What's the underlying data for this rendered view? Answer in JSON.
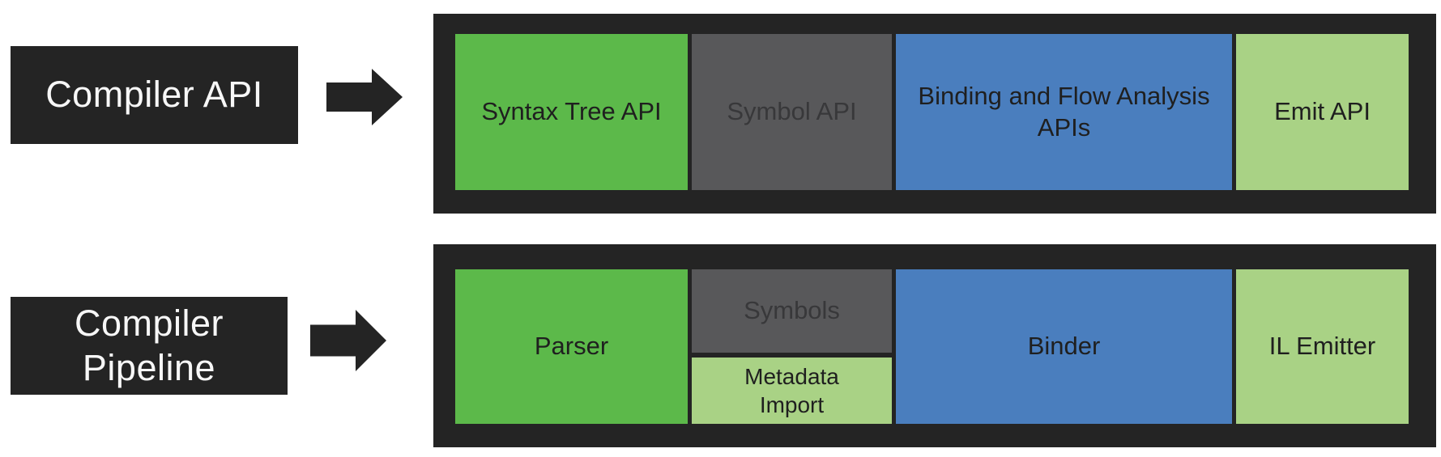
{
  "diagram": {
    "title": "Compiler architecture diagram",
    "colors": {
      "dark": "#242424",
      "green": "#5CB94A",
      "gray": "#58585A",
      "blue": "#4A7EBE",
      "light_green": "#A9D285",
      "label_text": "#F7F7F7",
      "box_text": "#1F1F1F",
      "gray_box_text": "#38383A"
    },
    "rows": [
      {
        "label": "Compiler API",
        "boxes": [
          {
            "label": "Syntax Tree API",
            "color": "green"
          },
          {
            "label": "Symbol API",
            "color": "gray"
          },
          {
            "label": "Binding and Flow Analysis\nAPIs",
            "color": "blue"
          },
          {
            "label": "Emit API",
            "color": "light_green"
          }
        ]
      },
      {
        "label": "Compiler\nPipeline",
        "boxes": [
          {
            "label": "Parser",
            "color": "green"
          },
          {
            "stack": [
              {
                "label": "Symbols",
                "color": "gray"
              },
              {
                "label": "Metadata\nImport",
                "color": "light_green"
              }
            ]
          },
          {
            "label": "Binder",
            "color": "blue"
          },
          {
            "label": "IL Emitter",
            "color": "light_green"
          }
        ]
      }
    ]
  }
}
